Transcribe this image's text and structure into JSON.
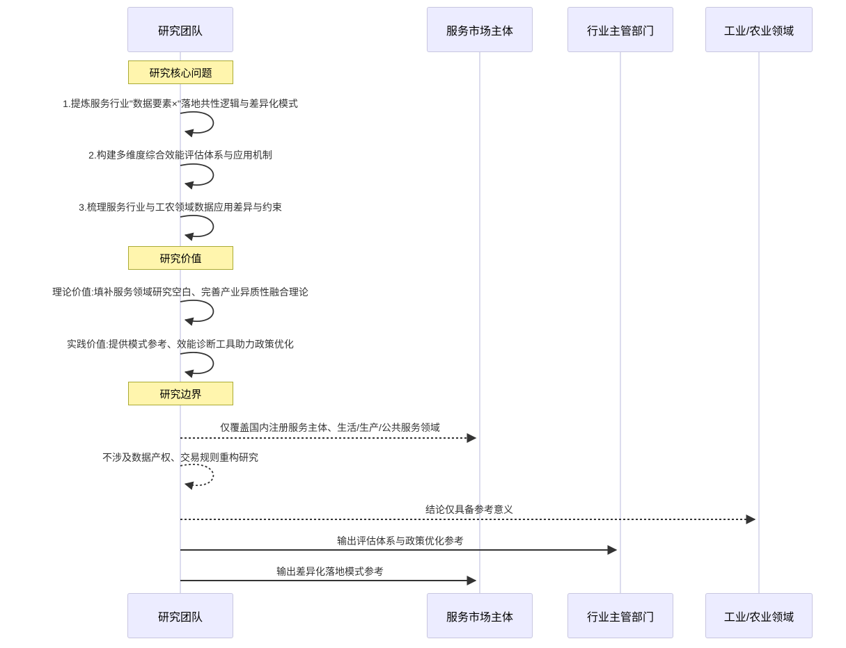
{
  "diagram": {
    "type": "sequence-diagram",
    "actors": [
      {
        "id": "research-team",
        "label": "研究团队"
      },
      {
        "id": "service-market",
        "label": "服务市场主体"
      },
      {
        "id": "industry-authority",
        "label": "行业主管部门"
      },
      {
        "id": "industry-agriculture",
        "label": "工业/农业领域"
      }
    ],
    "notes": [
      {
        "id": "core-questions",
        "over": "研究团队",
        "label": "研究核心问题"
      },
      {
        "id": "research-value",
        "over": "研究团队",
        "label": "研究价值"
      },
      {
        "id": "research-boundary",
        "over": "研究团队",
        "label": "研究边界"
      }
    ],
    "messages": [
      {
        "from": "研究团队",
        "to": "研究团队",
        "line": "solid",
        "text": "1.提炼服务行业\"数据要素×\"落地共性逻辑与差异化模式"
      },
      {
        "from": "研究团队",
        "to": "研究团队",
        "line": "solid",
        "text": "2.构建多维度综合效能评估体系与应用机制"
      },
      {
        "from": "研究团队",
        "to": "研究团队",
        "line": "solid",
        "text": "3.梳理服务行业与工农领域数据应用差异与约束"
      },
      {
        "from": "研究团队",
        "to": "研究团队",
        "line": "solid",
        "text": "理论价值:填补服务领域研究空白、完善产业异质性融合理论"
      },
      {
        "from": "研究团队",
        "to": "研究团队",
        "line": "solid",
        "text": "实践价值:提供模式参考、效能诊断工具助力政策优化"
      },
      {
        "from": "研究团队",
        "to": "服务市场主体",
        "line": "dashed",
        "text": "仅覆盖国内注册服务主体、生活/生产/公共服务领域"
      },
      {
        "from": "研究团队",
        "to": "研究团队",
        "line": "dashed",
        "text": "不涉及数据产权、交易规则重构研究"
      },
      {
        "from": "研究团队",
        "to": "工业/农业领域",
        "line": "dashed",
        "text": "结论仅具备参考意义"
      },
      {
        "from": "研究团队",
        "to": "行业主管部门",
        "line": "solid",
        "text": "输出评估体系与政策优化参考"
      },
      {
        "from": "研究团队",
        "to": "服务市场主体",
        "line": "solid",
        "text": "输出差异化落地模式参考"
      }
    ],
    "colors": {
      "actor_fill": "#ECECFF",
      "actor_border": "#c8c6e0",
      "note_fill": "#FFF5AD",
      "note_border": "#AAAA33",
      "lifeline": "#d0d0e8",
      "arrow": "#333333",
      "text": "#333333"
    }
  }
}
